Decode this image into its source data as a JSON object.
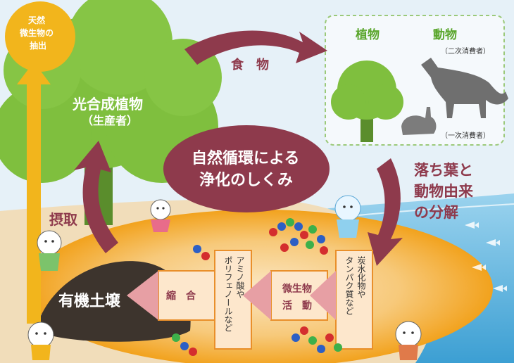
{
  "extract": {
    "line1": "天然",
    "line2": "微生物の",
    "line3": "抽出"
  },
  "producer": {
    "title": "光合成植物",
    "sub": "（生産者）"
  },
  "food": "食　物",
  "plants_label": "植物",
  "animals_label": "動物",
  "secondary_consumer": "（二次消費者）",
  "primary_consumer": "（一次消費者）",
  "center": {
    "line1": "自然循環による",
    "line2": "浄化のしくみ"
  },
  "decomposition": {
    "line1": "落ち葉と",
    "line2": "動物由来",
    "line3": "の分解"
  },
  "intake": "摂取",
  "soil": "有機土壌",
  "boxes": {
    "condensation": "縮　合",
    "amino": {
      "col1": "アミノ酸や",
      "col2": "ポリフェノールなど"
    },
    "microbe": {
      "line1": "微生物",
      "line2": "活　動"
    },
    "carbs": {
      "col1": "炭水化物や",
      "col2": "タンパク質など"
    }
  },
  "colors": {
    "sky": "#e6f1f8",
    "tree": "#7fbf3e",
    "ground": "#f1ddba",
    "orange_ring": "#f2a21d",
    "maroon": "#8e3a4c",
    "sea": "#62b8e0",
    "gold": "#f2b51c",
    "box_fill": "#fde7cc",
    "box_border": "#e98f2a"
  }
}
